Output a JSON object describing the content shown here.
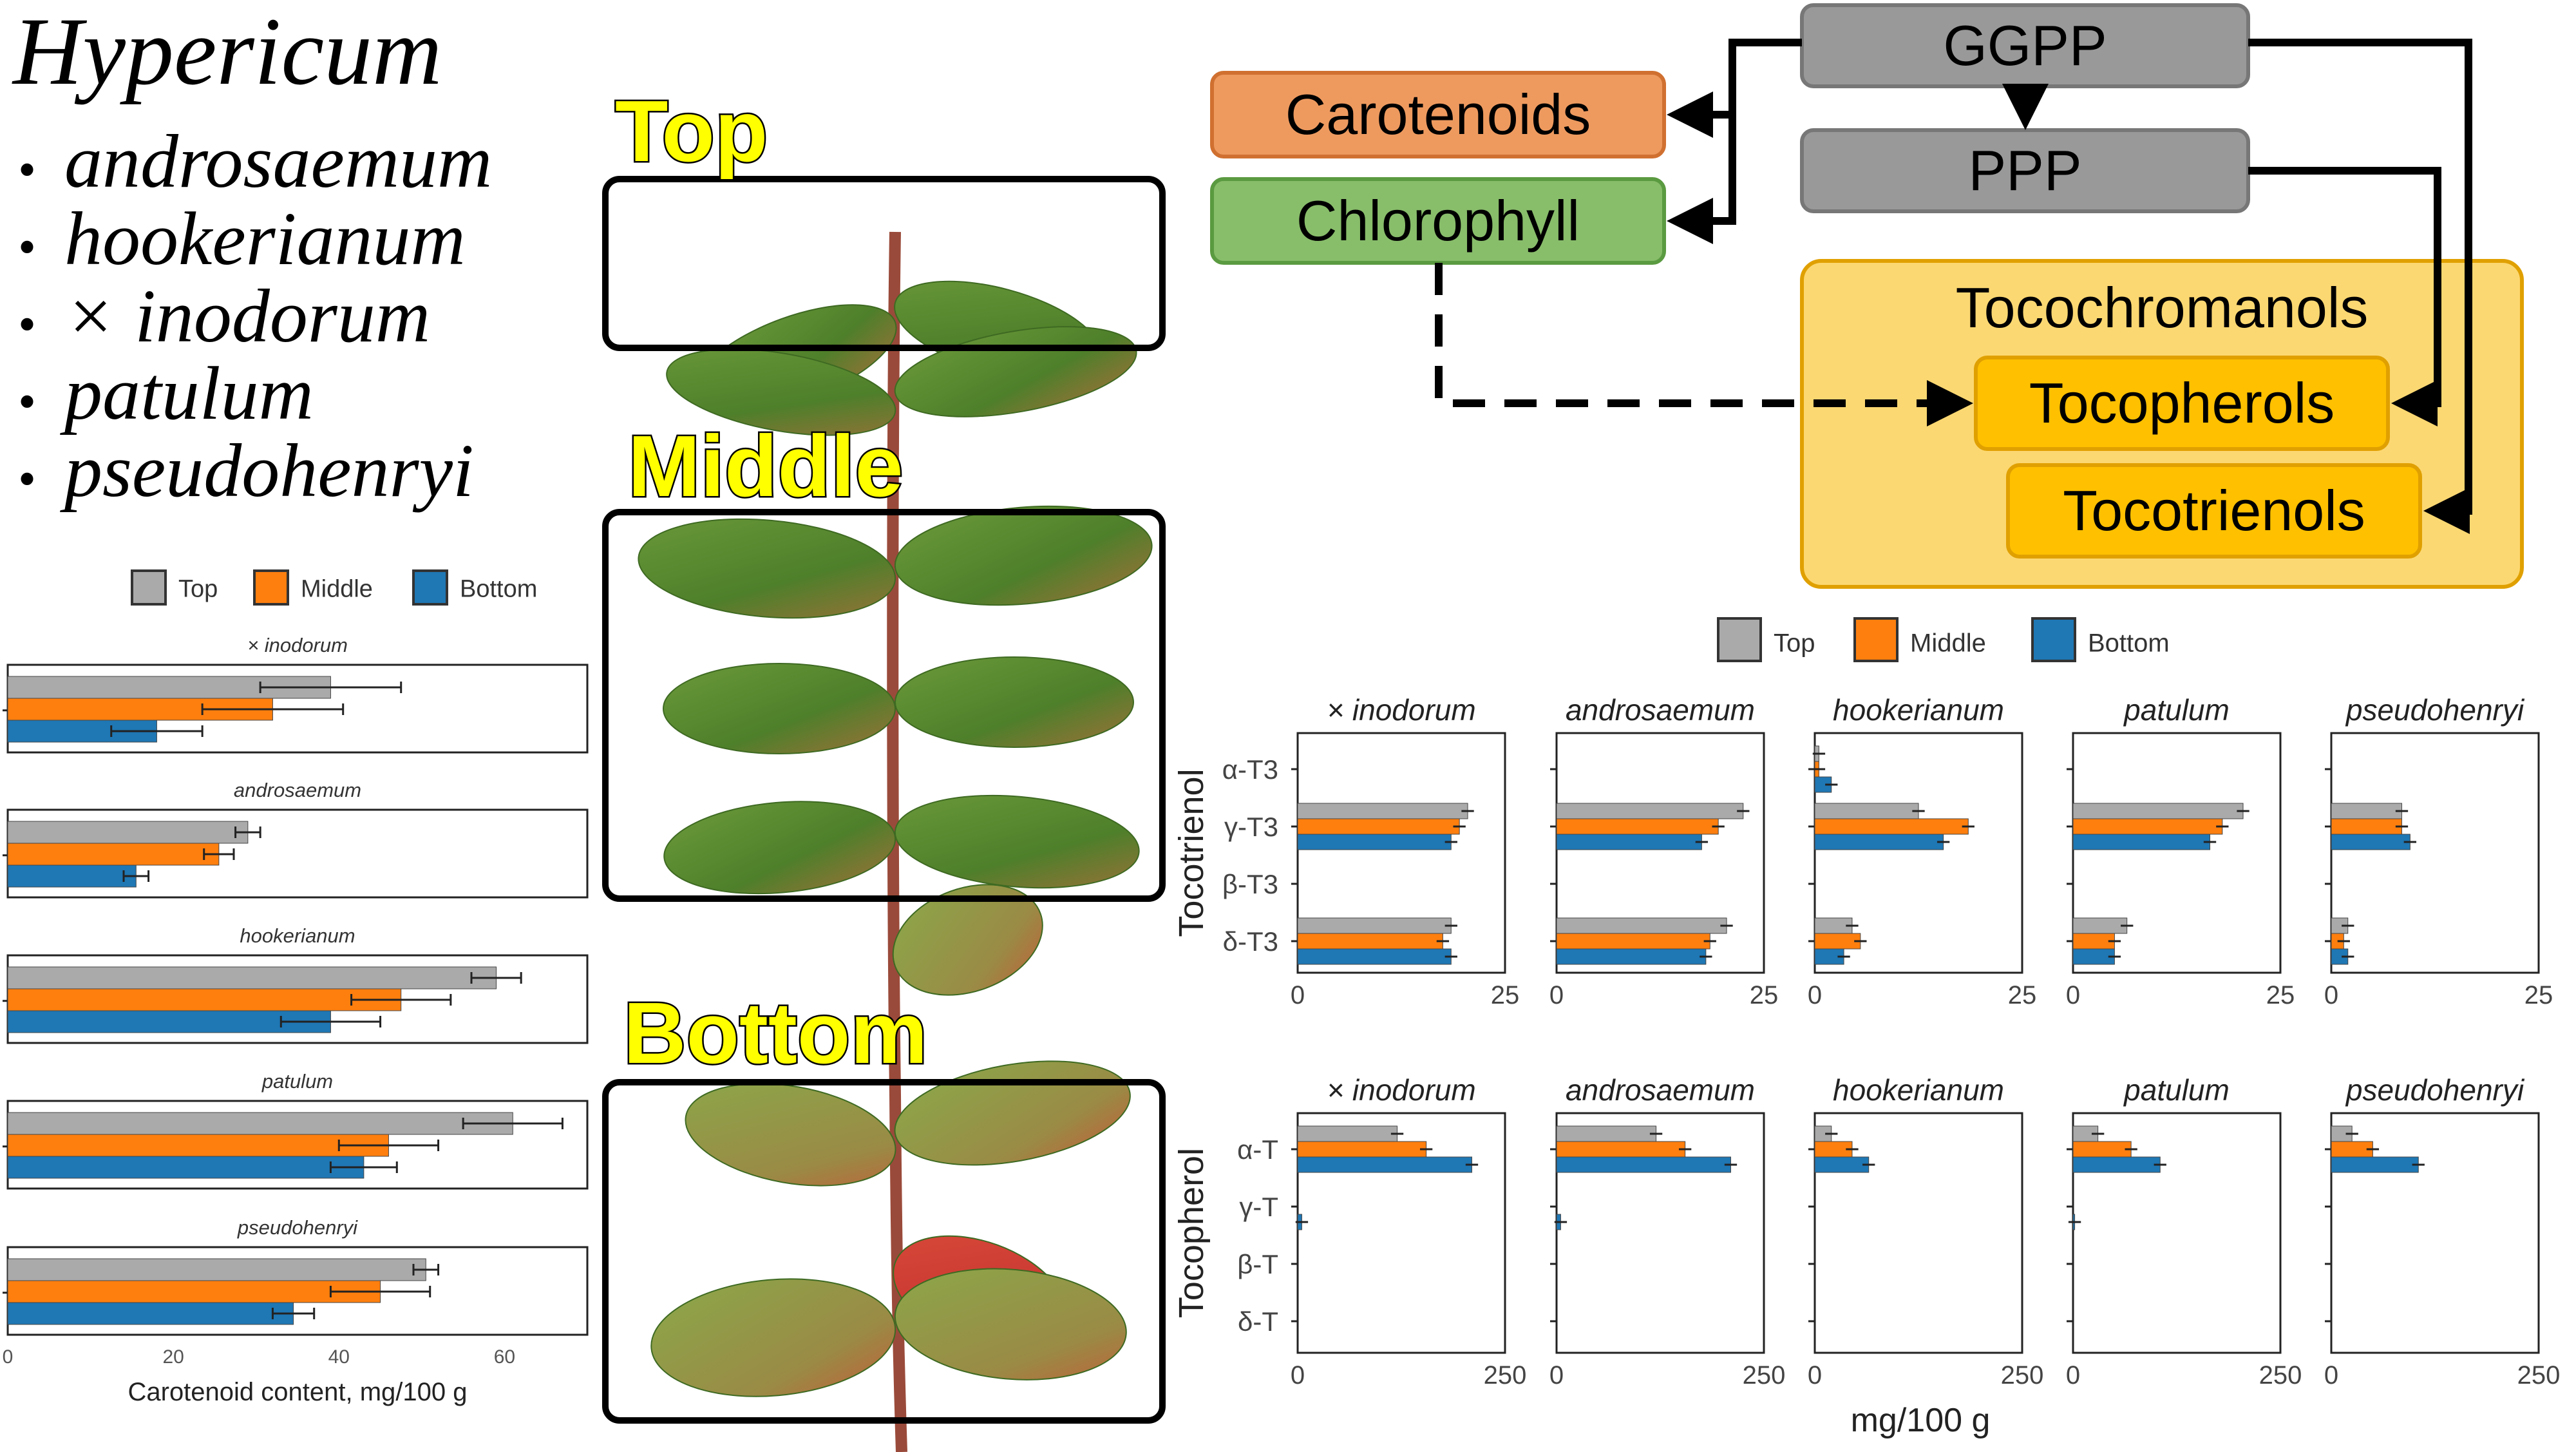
{
  "species_panel": {
    "genus": "Hypericum",
    "items": [
      {
        "bullet": "•",
        "name": "androsaemum"
      },
      {
        "bullet": "•",
        "name": "hookerianum"
      },
      {
        "bullet": "•",
        "name": "× inodorum"
      },
      {
        "bullet": "•",
        "name": "patulum"
      },
      {
        "bullet": "•",
        "name": "pseudohenryi"
      }
    ]
  },
  "plant_photo": {
    "labels": [
      "Top",
      "Middle",
      "Bottom"
    ]
  },
  "pathway": {
    "nodes": {
      "ggpp": "GGPP",
      "ppp": "PPP",
      "carotenoids": "Carotenoids",
      "chlorophyll": "Chlorophyll",
      "tocochromanols": "Tocochromanols",
      "tocopherols": "Tocopherols",
      "tocotrienols": "Tocotrienols"
    },
    "colors": {
      "gray_node": "#999999",
      "carotenoids": "#ee9a5f",
      "chlorophyll": "#88bd6a",
      "tocochromanols": "#fcd872",
      "tocopherols_box": "#ffc000"
    }
  },
  "colors": {
    "top": "#aaaaaa",
    "middle": "#ff7f0e",
    "bottom": "#1f77b4"
  },
  "chart_data": [
    {
      "type": "bar",
      "orientation": "horizontal",
      "id": "carotenoids",
      "legend": [
        "Top",
        "Middle",
        "Bottom"
      ],
      "xlabel": "Carotenoid content, mg/100 g",
      "xlim": [
        0,
        70
      ],
      "xticks": [
        0,
        20,
        40,
        60
      ],
      "panels": [
        {
          "title": "× inodorum",
          "values": {
            "Top": 39,
            "Middle": 32,
            "Bottom": 18
          },
          "errors": {
            "Top": 8.5,
            "Middle": 8.5,
            "Bottom": 5.5
          }
        },
        {
          "title": "androsaemum",
          "values": {
            "Top": 29,
            "Middle": 25.5,
            "Bottom": 15.5
          },
          "errors": {
            "Top": 1.5,
            "Middle": 1.8,
            "Bottom": 1.5
          }
        },
        {
          "title": "hookerianum",
          "values": {
            "Top": 59,
            "Middle": 47.5,
            "Bottom": 39
          },
          "errors": {
            "Top": 3,
            "Middle": 6,
            "Bottom": 6
          }
        },
        {
          "title": "patulum",
          "values": {
            "Top": 61,
            "Middle": 46,
            "Bottom": 43
          },
          "errors": {
            "Top": 6,
            "Middle": 6,
            "Bottom": 4
          }
        },
        {
          "title": "pseudohenryi",
          "values": {
            "Top": 50.5,
            "Middle": 45,
            "Bottom": 34.5
          },
          "errors": {
            "Top": 1.5,
            "Middle": 6,
            "Bottom": 2.5
          }
        }
      ]
    },
    {
      "type": "bar",
      "orientation": "horizontal",
      "id": "tocotrienol",
      "legend": [
        "Top",
        "Middle",
        "Bottom"
      ],
      "ylabel": "Tocotrienol",
      "categories": [
        "α-T3",
        "γ-T3",
        "β-T3",
        "δ-T3"
      ],
      "xlim": [
        0,
        25
      ],
      "xticks": [
        0,
        25
      ],
      "panels": [
        {
          "title": "× inodorum",
          "values": {
            "α-T3": [
              0,
              0,
              0
            ],
            "γ-T3": [
              20.5,
              19.5,
              18.5
            ],
            "β-T3": [
              0,
              0,
              0
            ],
            "δ-T3": [
              18.5,
              17.5,
              18.5
            ]
          }
        },
        {
          "title": "androsaemum",
          "values": {
            "α-T3": [
              0,
              0,
              0
            ],
            "γ-T3": [
              22.5,
              19.5,
              17.5
            ],
            "β-T3": [
              0,
              0,
              0
            ],
            "δ-T3": [
              20.5,
              18.5,
              18
            ]
          }
        },
        {
          "title": "hookerianum",
          "values": {
            "α-T3": [
              0.5,
              0.5,
              2
            ],
            "γ-T3": [
              12.5,
              18.5,
              15.5
            ],
            "β-T3": [
              0,
              0,
              0
            ],
            "δ-T3": [
              4.5,
              5.5,
              3.5
            ]
          }
        },
        {
          "title": "patulum",
          "values": {
            "α-T3": [
              0,
              0,
              0
            ],
            "γ-T3": [
              20.5,
              18,
              16.5
            ],
            "β-T3": [
              0,
              0,
              0
            ],
            "δ-T3": [
              6.5,
              5,
              5
            ]
          }
        },
        {
          "title": "pseudohenryi",
          "values": {
            "α-T3": [
              0,
              0,
              0
            ],
            "γ-T3": [
              8.5,
              8.5,
              9.5
            ],
            "β-T3": [
              0,
              0,
              0
            ],
            "δ-T3": [
              2,
              1.5,
              2
            ]
          }
        }
      ]
    },
    {
      "type": "bar",
      "orientation": "horizontal",
      "id": "tocopherol",
      "ylabel": "Tocopherol",
      "xlabel": "mg/100 g",
      "categories": [
        "α-T",
        "γ-T",
        "β-T",
        "δ-T"
      ],
      "xlim": [
        0,
        250
      ],
      "xticks": [
        0,
        250
      ],
      "panels": [
        {
          "title": "× inodorum",
          "values": {
            "α-T": [
              120,
              155,
              210
            ],
            "γ-T": [
              0,
              0,
              5
            ],
            "β-T": [
              0,
              0,
              0
            ],
            "δ-T": [
              0,
              0,
              0
            ]
          }
        },
        {
          "title": "androsaemum",
          "values": {
            "α-T": [
              120,
              155,
              210
            ],
            "γ-T": [
              0,
              0,
              5
            ],
            "β-T": [
              0,
              0,
              0
            ],
            "δ-T": [
              0,
              0,
              0
            ]
          }
        },
        {
          "title": "hookerianum",
          "values": {
            "α-T": [
              20,
              45,
              65
            ],
            "γ-T": [
              0,
              0,
              0
            ],
            "β-T": [
              0,
              0,
              0
            ],
            "δ-T": [
              0,
              0,
              0
            ]
          }
        },
        {
          "title": "patulum",
          "values": {
            "α-T": [
              30,
              70,
              105
            ],
            "γ-T": [
              0,
              0,
              2
            ],
            "β-T": [
              0,
              0,
              0
            ],
            "δ-T": [
              0,
              0,
              0
            ]
          }
        },
        {
          "title": "pseudohenryi",
          "values": {
            "α-T": [
              25,
              50,
              105
            ],
            "γ-T": [
              0,
              0,
              0
            ],
            "β-T": [
              0,
              0,
              0
            ],
            "δ-T": [
              0,
              0,
              0
            ]
          }
        }
      ]
    }
  ]
}
